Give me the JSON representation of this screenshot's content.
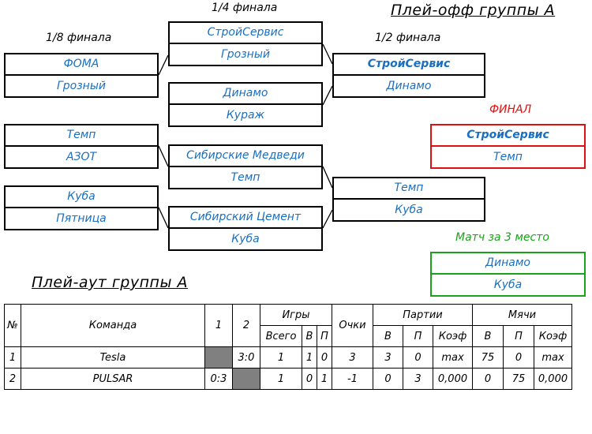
{
  "labels": {
    "title_playoff": "Плей-офф группы А",
    "round_of_16": "1/8 финала",
    "quarter": "1/4 финала",
    "semi": "1/2 финала",
    "final": "ФИНАЛ",
    "third_place": "Матч за 3 место",
    "title_playout": "Плей-аут группы А"
  },
  "bracket": {
    "r16": [
      {
        "top": "ФОМА",
        "bottom": "Грозный"
      },
      {
        "top": "Темп",
        "bottom": "АЗОТ"
      },
      {
        "top": "Куба",
        "bottom": "Пятница"
      }
    ],
    "qf": [
      {
        "top": "СтройСервис",
        "bottom": "Грозный"
      },
      {
        "top": "Динамо",
        "bottom": "Кураж"
      },
      {
        "top": "Сибирские Медведи",
        "bottom": "Темп"
      },
      {
        "top": "Сибирский Цемент",
        "bottom": "Куба"
      }
    ],
    "sf": [
      {
        "top": "СтройСервис",
        "bottom": "Динамо"
      },
      {
        "top": "Темп",
        "bottom": "Куба"
      }
    ],
    "final": {
      "top": "СтройСервис",
      "bottom": "Темп"
    },
    "third": {
      "top": "Динамо",
      "bottom": "Куба"
    }
  },
  "table": {
    "headers": {
      "num": "№",
      "team": "Команда",
      "c1": "1",
      "c2": "2",
      "games": "Игры",
      "points": "Очки",
      "sets": "Партии",
      "balls": "Мячи",
      "total": "Всего",
      "w": "В",
      "l": "П",
      "coef": "Коэф"
    },
    "rows": [
      {
        "num": "1",
        "team": "Tesla",
        "c1": "",
        "c2": "3:0",
        "total": "1",
        "w": "1",
        "l": "0",
        "points": "3",
        "sets_w": "3",
        "sets_l": "0",
        "sets_coef": "max",
        "balls_w": "75",
        "balls_l": "0",
        "balls_coef": "max"
      },
      {
        "num": "2",
        "team": "PULSAR",
        "c1": "0:3",
        "c2": "",
        "total": "1",
        "w": "0",
        "l": "1",
        "points": "-1",
        "sets_w": "0",
        "sets_l": "3",
        "sets_coef": "0,000",
        "balls_w": "0",
        "balls_l": "75",
        "balls_coef": "0,000"
      }
    ]
  }
}
